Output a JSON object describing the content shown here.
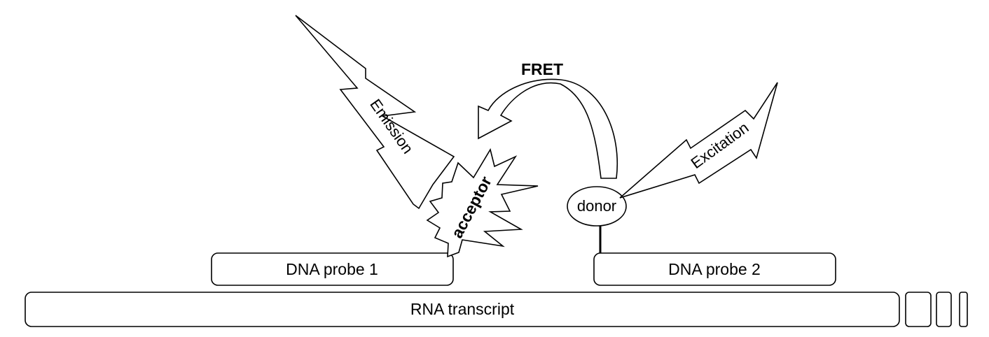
{
  "labels": {
    "fret": "FRET",
    "emission": "Emission",
    "excitation": "Excitation",
    "acceptor": "acceptor",
    "donor": "donor",
    "probe1": "DNA probe 1",
    "probe2": "DNA probe 2",
    "rna": "RNA transcript"
  },
  "colors": {
    "stroke": "#000000",
    "fill": "#ffffff"
  }
}
